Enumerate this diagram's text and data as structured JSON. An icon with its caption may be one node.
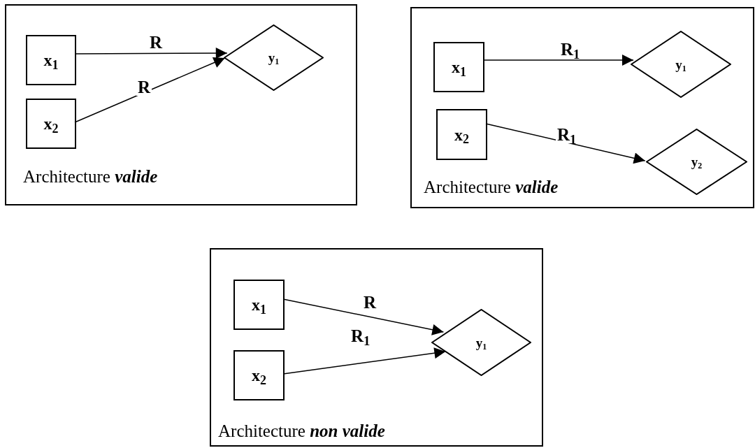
{
  "diagram": {
    "nodes": [
      {
        "text": [
          "Architecture *valide*"
        ]
      },
      {
        "text": [
          "x$_{1}$"
        ],
        "in": 0
      },
      {
        "text": [
          "x$_{2}$"
        ],
        "in": 0
      },
      {
        "text": [
          "y$_{1}$"
        ],
        "in": 0
      },
      {
        "text": [
          "Architecture *valide*"
        ]
      },
      {
        "text": [
          "x$_{1}$"
        ],
        "in": 4
      },
      {
        "text": [
          "y$_{1}$"
        ],
        "in": 4
      },
      {
        "text": [
          "x$_{2}$"
        ],
        "in": 4
      },
      {
        "text": [
          "y$_{2}$"
        ],
        "in": 4
      },
      {
        "text": [
          "Architecture *non valide*"
        ]
      },
      {
        "text": [
          "x$_{1}$"
        ],
        "in": 9
      },
      {
        "text": [
          "x$_{2}$"
        ],
        "in": 9
      },
      {
        "text": [
          "y$_{1}$"
        ],
        "in": 9
      }
    ],
    "edges": [
      {
        "from": 1,
        "to": 3,
        "arrow": "to",
        "label": "R"
      },
      {
        "from": 2,
        "to": 3,
        "arrow": "to",
        "label": "R"
      },
      {
        "from": 5,
        "to": 6,
        "arrow": "to",
        "label": "R$_{1}$"
      },
      {
        "from": 7,
        "to": 8,
        "arrow": "to",
        "label": "R$_{1}$"
      },
      {
        "from": 10,
        "to": 12,
        "arrow": "to",
        "label": "R"
      },
      {
        "from": 11,
        "to": 12,
        "arrow": "to",
        "label": "R$_{1}$"
      }
    ]
  }
}
